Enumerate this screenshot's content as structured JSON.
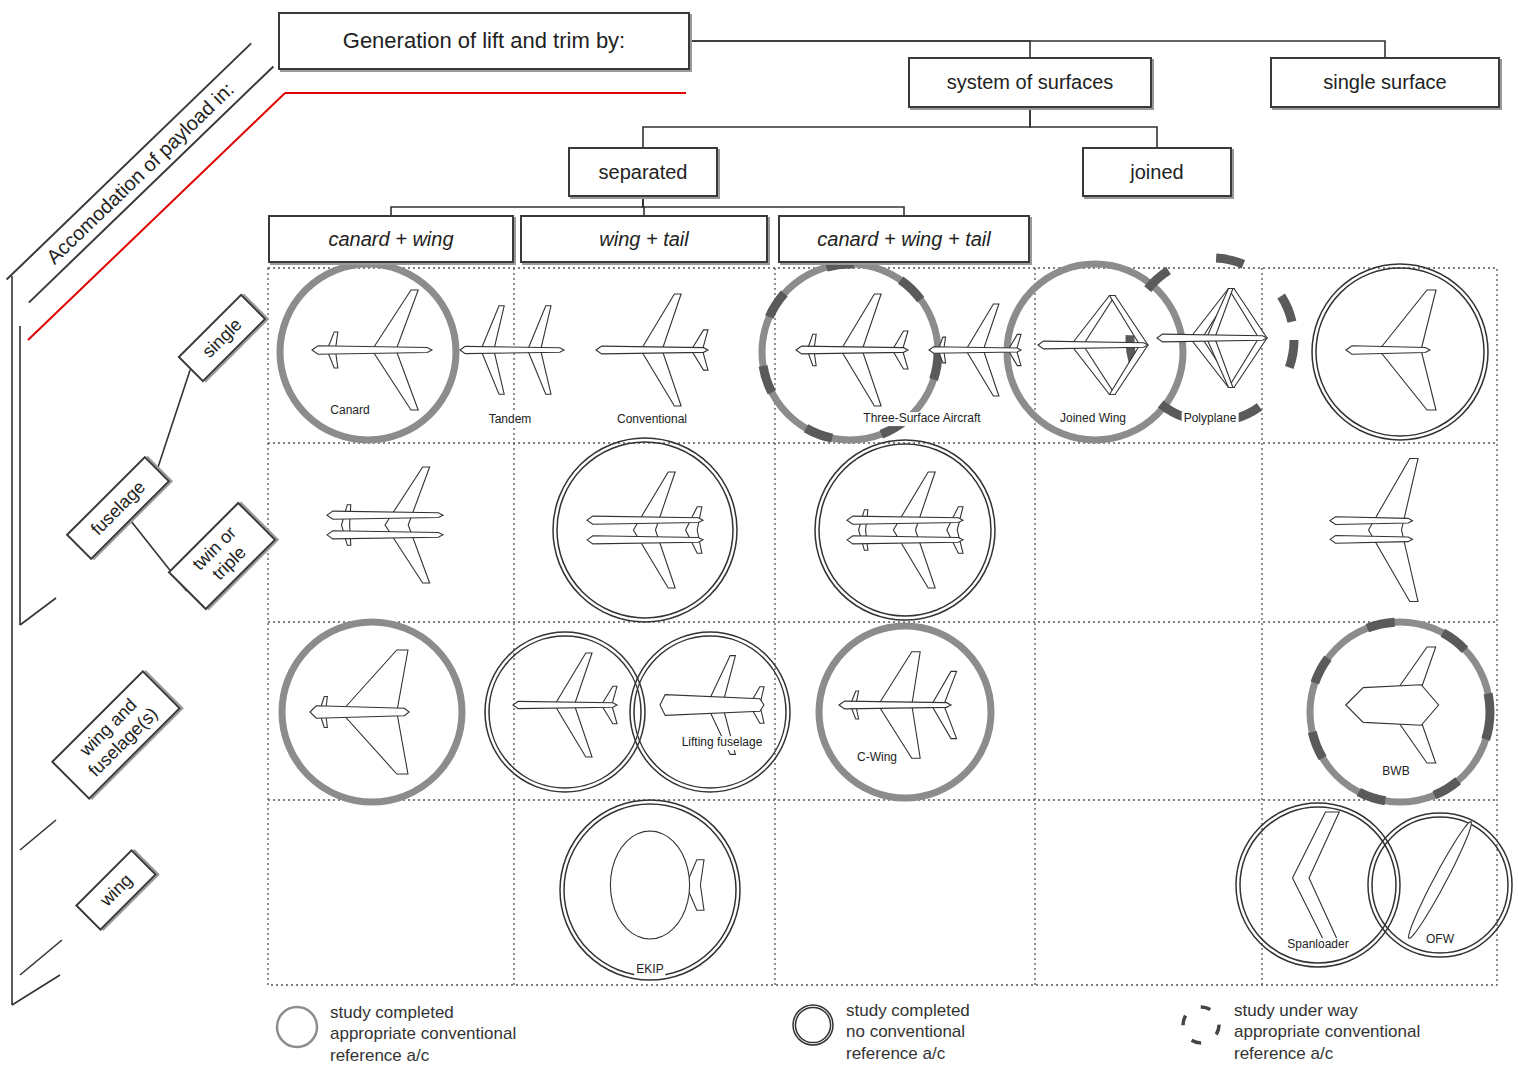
{
  "diagram": {
    "nodes": [
      {
        "text": [
          "Generation of lift and trim by:"
        ]
      },
      {
        "text": [
          "system of surfaces"
        ]
      },
      {
        "text": [
          "single surface"
        ]
      },
      {
        "text": [
          "separated"
        ]
      },
      {
        "text": [
          "joined"
        ]
      },
      {
        "text": [
          "canard + wing"
        ]
      },
      {
        "text": [
          "wing + tail"
        ]
      },
      {
        "text": [
          "canard + wing + tail"
        ]
      },
      {
        "text": [
          "Accomodation of payload in:"
        ]
      },
      {
        "text": [
          "fuselage"
        ]
      },
      {
        "text": [
          "single"
        ]
      },
      {
        "text": [
          "twin or triple"
        ]
      },
      {
        "text": [
          "wing and fuselage(s)"
        ]
      },
      {
        "text": [
          "wing"
        ]
      }
    ],
    "edges": [
      {
        "from": 0,
        "to": 1,
        "arrow": "none"
      },
      {
        "from": 0,
        "to": 2,
        "arrow": "none"
      },
      {
        "from": 1,
        "to": 3,
        "arrow": "none"
      },
      {
        "from": 1,
        "to": 4,
        "arrow": "none"
      },
      {
        "from": 3,
        "to": 5,
        "arrow": "none"
      },
      {
        "from": 3,
        "to": 6,
        "arrow": "none"
      },
      {
        "from": 3,
        "to": 7,
        "arrow": "none"
      },
      {
        "from": 9,
        "to": 10,
        "arrow": "none"
      },
      {
        "from": 9,
        "to": 11,
        "arrow": "none"
      }
    ],
    "labels": [
      "Canard",
      "Tandem",
      "Conventional",
      "Three-Surface Aircraft",
      "Joined Wing",
      "Polyplane",
      "Lifting fuselage",
      "C-Wing",
      "BWB",
      "EKIP",
      "Spanloader",
      "OFW"
    ],
    "legend": [
      {
        "text": "study completed appropriate conventional reference a/c"
      },
      {
        "text": "study completed no conventional reference a/c"
      },
      {
        "text": "study under way appropriate conventional reference a/c"
      }
    ]
  }
}
